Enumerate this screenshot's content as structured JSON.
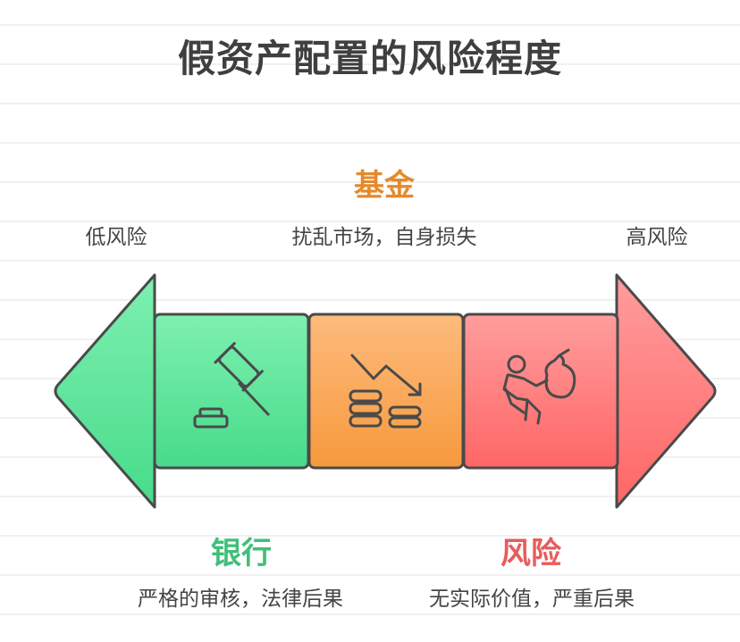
{
  "title": "假资产配置的风险程度",
  "colors": {
    "green": "#4ddd8f",
    "orange": "#f9a34c",
    "red": "#ff6f6f",
    "outline": "#4a4a4a",
    "fund_text": "#e38a2c",
    "bank_text": "#3fbf79",
    "risk_text": "#e85c5c"
  },
  "scale": {
    "low_label": "低风险",
    "high_label": "高风险"
  },
  "segments": [
    {
      "key": "bank",
      "heading": "银行",
      "description": "严格的审核，法律后果",
      "icon": "gavel-icon"
    },
    {
      "key": "fund",
      "heading": "基金",
      "description": "扰乱市场，自身损失",
      "icon": "falling-coins-icon"
    },
    {
      "key": "risk",
      "heading": "风险",
      "description": "无实际价值，严重后果",
      "icon": "thief-with-bag-icon"
    }
  ]
}
